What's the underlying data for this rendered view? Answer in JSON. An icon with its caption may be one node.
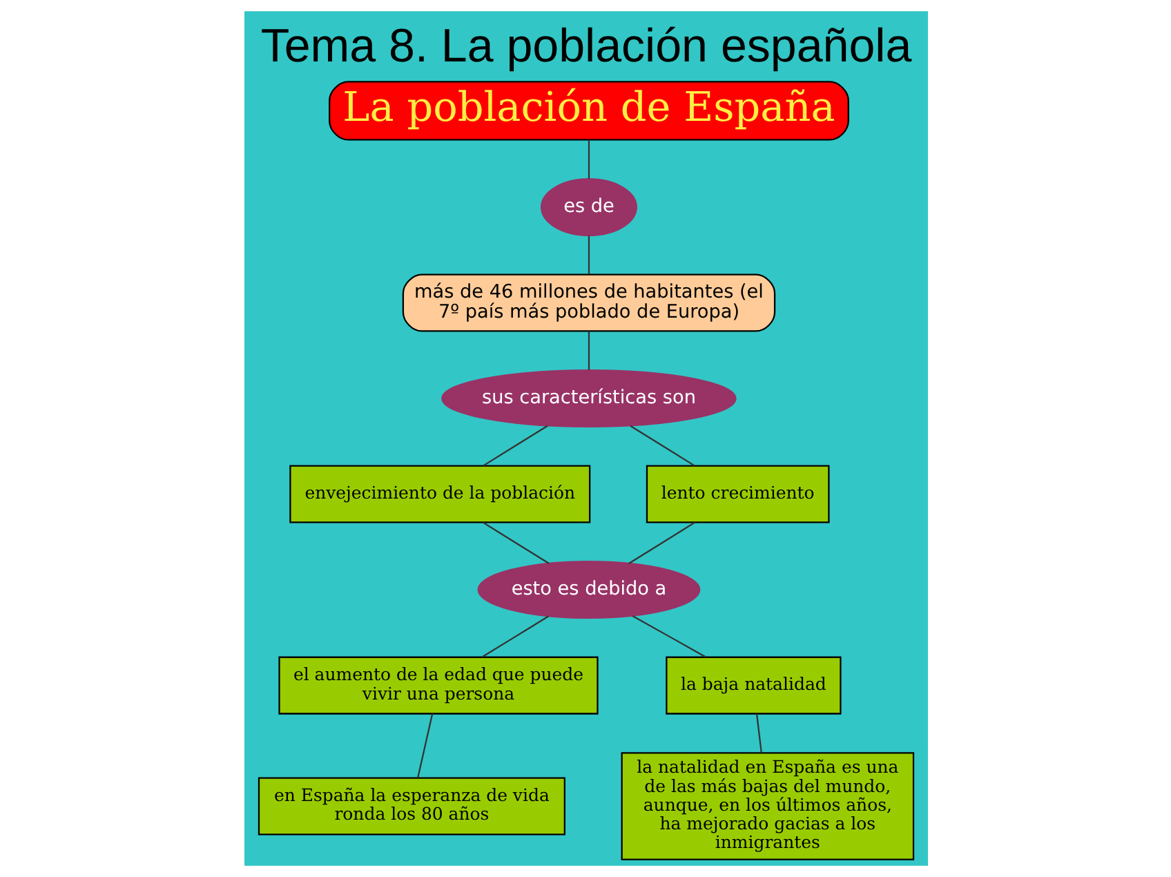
{
  "diagram": {
    "title": "Tema 8. La población española",
    "nodes": [
      {
        "text": [
          "La población de España"
        ]
      },
      {
        "text": [
          "es de"
        ]
      },
      {
        "text": [
          "más de 46 millones de habitantes (el 7º país más poblado de Europa)"
        ]
      },
      {
        "text": [
          "sus características son"
        ]
      },
      {
        "text": [
          "envejecimiento de la población"
        ]
      },
      {
        "text": [
          "lento crecimiento"
        ]
      },
      {
        "text": [
          "esto es debido a"
        ]
      },
      {
        "text": [
          "el aumento de la edad que puede vivir una persona"
        ]
      },
      {
        "text": [
          "la baja natalidad"
        ]
      },
      {
        "text": [
          "en España la esperanza de vida ronda los 80 años"
        ]
      },
      {
        "text": [
          "la natalidad en España es una de las más bajas del mundo, aunque, en los últimos años, ha mejorado gacias a los inmigrantes"
        ]
      }
    ],
    "edges": [
      {
        "from": 0,
        "to": 1,
        "arrow": "none"
      },
      {
        "from": 1,
        "to": 2,
        "arrow": "none"
      },
      {
        "from": 2,
        "to": 3,
        "arrow": "none"
      },
      {
        "from": 3,
        "to": 4,
        "arrow": "none"
      },
      {
        "from": 3,
        "to": 5,
        "arrow": "none"
      },
      {
        "from": 4,
        "to": 6,
        "arrow": "none"
      },
      {
        "from": 5,
        "to": 6,
        "arrow": "none"
      },
      {
        "from": 6,
        "to": 7,
        "arrow": "none"
      },
      {
        "from": 6,
        "to": 8,
        "arrow": "none"
      },
      {
        "from": 7,
        "to": 9,
        "arrow": "none"
      },
      {
        "from": 8,
        "to": 10,
        "arrow": "none"
      }
    ]
  }
}
